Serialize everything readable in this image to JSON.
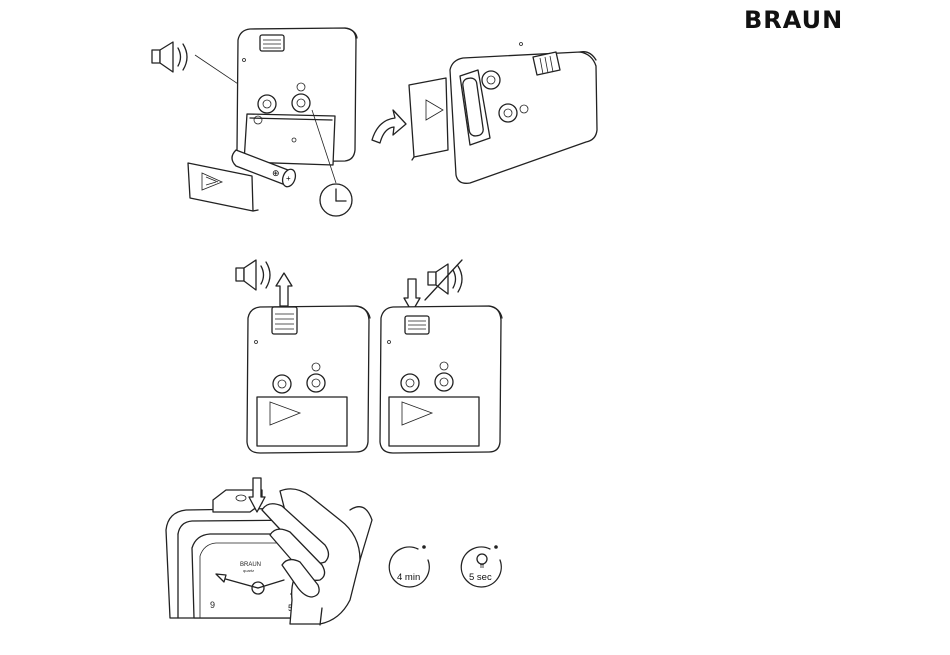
{
  "brand": {
    "logo_text": "BRAUN"
  },
  "timer_labels": {
    "snooze": "4 min",
    "light": "5 sec"
  },
  "icons": [
    "speaker-on-icon",
    "speaker-mute-icon",
    "clock-icon",
    "arrow-up-icon",
    "arrow-down-icon",
    "curved-arrow-icon",
    "light-bulb-icon",
    "timer-circle-icon"
  ]
}
